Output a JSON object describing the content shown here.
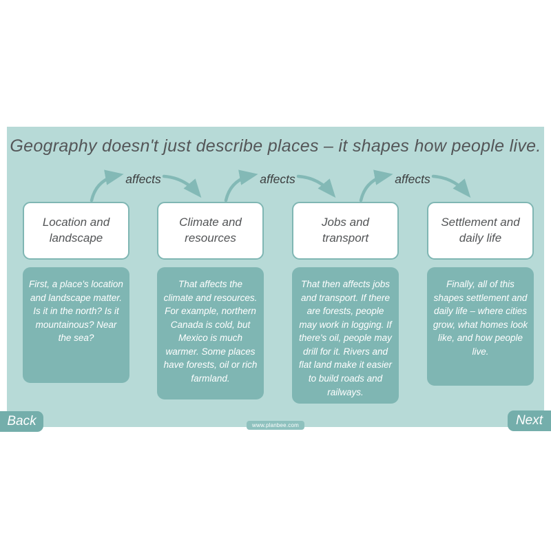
{
  "slide": {
    "title": "Geography doesn't just describe places – it shapes how people live.",
    "website": "www.planbee.com"
  },
  "connectors": [
    {
      "label": "affects"
    },
    {
      "label": "affects"
    },
    {
      "label": "affects"
    }
  ],
  "columns": [
    {
      "heading": "Location and landscape",
      "body": "First, a place's location and landscape matter. Is it in the north? Is it mountainous? Near the sea?"
    },
    {
      "heading": "Climate and resources",
      "body": "That affects the climate and resources. For example, northern Canada is cold, but Mexico is much warmer. Some places have forests, oil or rich farmland."
    },
    {
      "heading": "Jobs and transport",
      "body": "That then affects jobs and transport. If there are forests, people may work in logging. If there's oil, people may drill for it. Rivers and flat land make it easier to build roads and railways."
    },
    {
      "heading": "Settlement and daily life",
      "body": "Finally, all of this shapes settlement and daily life – where cities grow, what homes look like, and how people live."
    }
  ],
  "nav": {
    "back_label": "Back",
    "next_label": "Next"
  },
  "colors": {
    "slide_bg": "#b7dad7",
    "teal": "#7fb6b3",
    "button_bg": "#74aeab",
    "badge_bg": "#8ec1be",
    "title_color": "#545658",
    "heading_color": "#525456",
    "affects_color": "#3b3d3e",
    "arrow_color": "#83b9b6"
  }
}
